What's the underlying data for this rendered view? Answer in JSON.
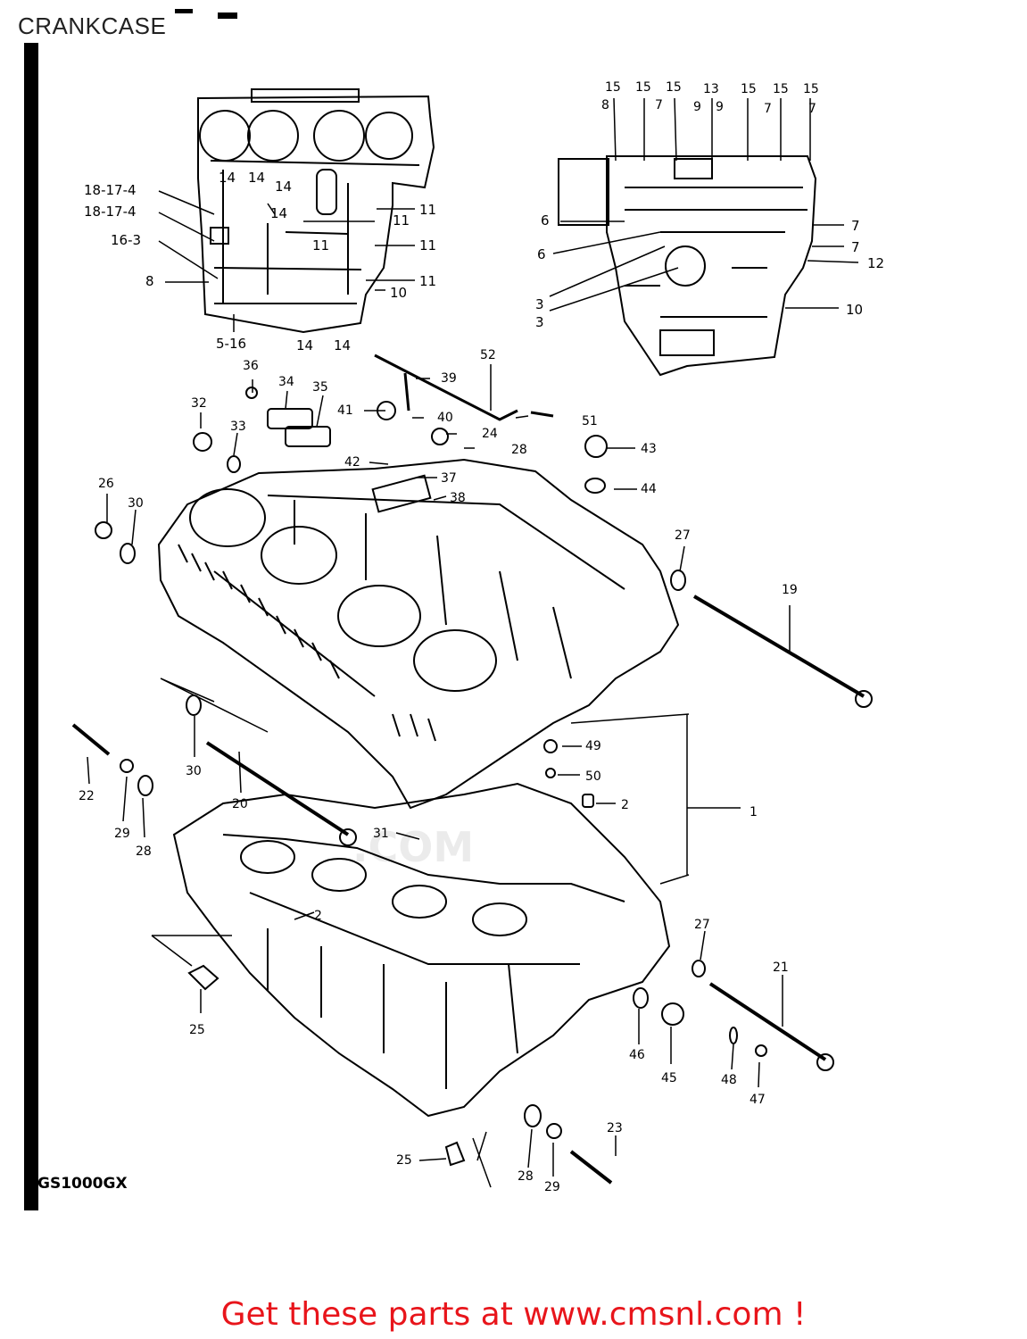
{
  "title": "CRANKCASE",
  "model_code": "GS1000GX",
  "footer": {
    "text": "Get these parts at www.cmsnl.com !"
  },
  "watermark": ".COM",
  "colors": {
    "footer": "#e8151b",
    "ink": "#000000"
  },
  "callouts": {
    "c1": "18-17-4",
    "c2": "18-17-4",
    "c3": "16-3",
    "c4": "8",
    "c5": "5-16",
    "c6": "14",
    "c7": "14",
    "c8": "14",
    "c9": "14",
    "c10": "14",
    "c11": "14",
    "c12": "11",
    "c13": "11",
    "c14": "11",
    "c15": "11",
    "c16": "11",
    "c17": "10",
    "c18": "15",
    "c19": "15",
    "c20": "15",
    "c21": "13",
    "c22": "15",
    "c23": "15",
    "c24": "15",
    "c25": "8",
    "c26": "7",
    "c27": "9",
    "c28": "9",
    "c29": "7",
    "c30": "7",
    "c31": "6",
    "c32": "6",
    "c33": "3",
    "c34": "3",
    "c35": "7",
    "c36": "7",
    "c37": "12",
    "c38": "10",
    "c39": "36",
    "c40": "34",
    "c41": "35",
    "c42": "32",
    "c43": "33",
    "c44": "41",
    "c45": "39",
    "c46": "52",
    "c47": "40",
    "c48": "51",
    "c49": "24",
    "c50": "28",
    "c51": "43",
    "c52": "44",
    "c53": "42",
    "c54": "37",
    "c55": "38",
    "c56": "26",
    "c57": "30",
    "c58": "27",
    "c59": "19",
    "c60": "22",
    "c61": "29",
    "c62": "28",
    "c63": "30",
    "c64": "20",
    "c65": "49",
    "c66": "50",
    "c67": "2",
    "c68": "1",
    "c69": "31",
    "c70": "2",
    "c71": "27",
    "c72": "21",
    "c73": "25",
    "c74": "46",
    "c75": "45",
    "c76": "48",
    "c77": "47",
    "c78": "25",
    "c79": "28",
    "c80": "29",
    "c81": "23"
  }
}
